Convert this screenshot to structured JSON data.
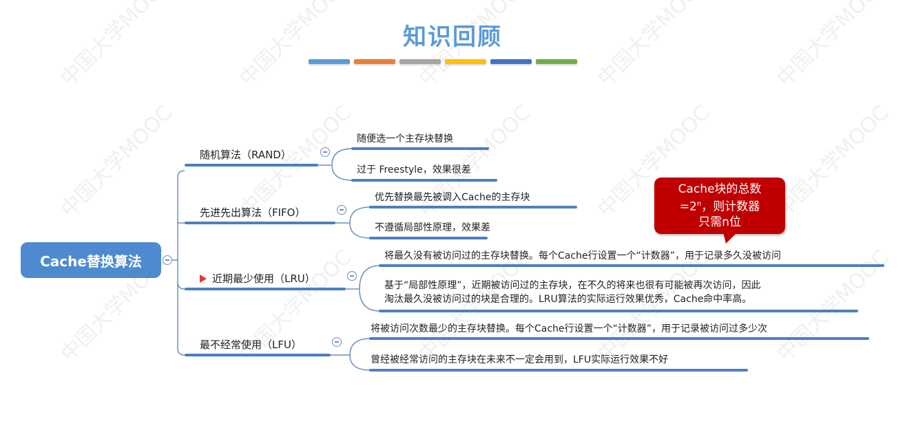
{
  "header": {
    "title": "知识回顾",
    "color_bars": [
      "#5b9bd5",
      "#ed7d31",
      "#a5a5a5",
      "#ffc000",
      "#4472c4",
      "#70ad47"
    ]
  },
  "watermark": {
    "text": "中国大学MOOC"
  },
  "mindmap": {
    "root": {
      "label": "Cache替换算法",
      "color": "#4d8ad0"
    },
    "branches": [
      {
        "label": "随机算法（RAND）",
        "flag": false,
        "leaves": [
          "随便选一个主存块替换",
          "过于 Freestyle，效果很差"
        ]
      },
      {
        "label": "先进先出算法（FIFO）",
        "flag": false,
        "leaves": [
          "优先替换最先被调入Cache的主存块",
          "不遵循局部性原理，效果差"
        ]
      },
      {
        "label": "近期最少使用（LRU）",
        "flag": true,
        "leaves": [
          "将最久没有被访问过的主存块替换。每个Cache行设置一个“计数器”，用于记录多久没被访问",
          "基于“局部性原理”，近期被访问过的主存块，在不久的将来也很有可能被再次访问，因此",
          "淘汰最久没被访问过的块是合理的。LRU算法的实际运行效果优秀，Cache命中率高。"
        ]
      },
      {
        "label": "最不经常使用（LFU）",
        "flag": false,
        "leaves": [
          "将被访问次数最少的主存块替换。每个Cache行设置一个“计数器”，用于记录被访问过多少次",
          "曾经被经常访问的主存块在未来不一定会用到，LFU实际运行效果不好"
        ]
      }
    ]
  },
  "callout": {
    "line1": "Cache块的总数",
    "line2_prefix": "=2",
    "line2_sup": "n",
    "line2_suffix": "，则计数器",
    "line3": "只需n位",
    "color": "#c00000"
  }
}
